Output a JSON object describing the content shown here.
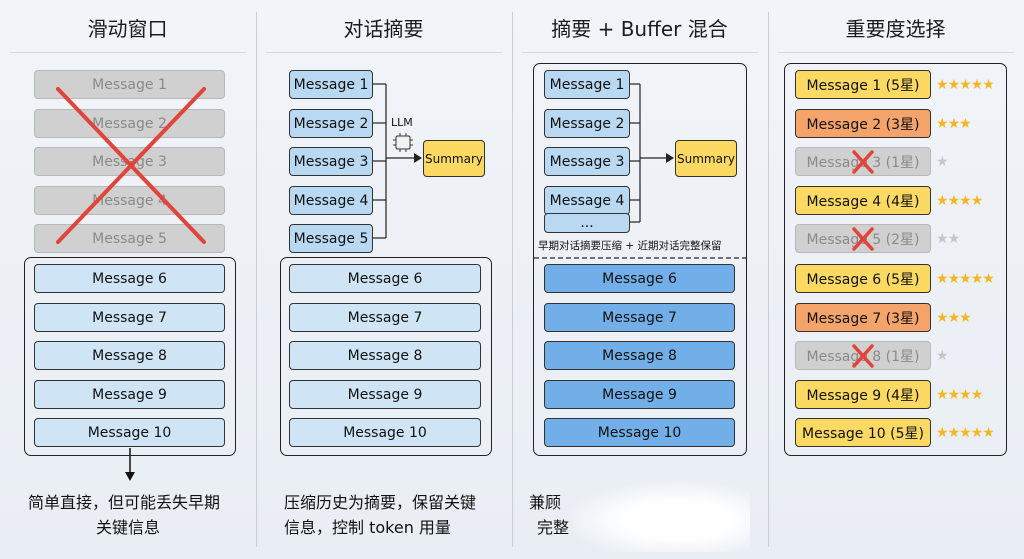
{
  "columns": {
    "sliding": {
      "title": "滑动窗口",
      "dropped": [
        "Message 1",
        "Message 2",
        "Message 3",
        "Message 4",
        "Message 5"
      ],
      "kept": [
        "Message 6",
        "Message 7",
        "Message 8",
        "Message 9",
        "Message 10"
      ],
      "note": [
        "简单直接，但可能丢失早期",
        "关键信息"
      ]
    },
    "summary": {
      "title": "对话摘要",
      "inputs": [
        "Message 1",
        "Message 2",
        "Message 3",
        "Message 4",
        "Message 5"
      ],
      "llm_label": "LLM",
      "summary_label": "Summary",
      "kept": [
        "Message 6",
        "Message 7",
        "Message 8",
        "Message 9",
        "Message 10"
      ],
      "note": [
        "压缩历史为摘要，保留关键",
        "信息，控制 token 用量"
      ]
    },
    "hybrid": {
      "title": "摘要 + Buffer 混合",
      "inputs": [
        "Message 1",
        "Message 2",
        "Message 3",
        "Message 4",
        "..."
      ],
      "summary_label": "Summary",
      "divider_label": "早期对话摘要压缩 + 近期对话完整保留",
      "kept": [
        "Message 6",
        "Message 7",
        "Message 8",
        "Message 9",
        "Message 10"
      ],
      "note": [
        "兼顾",
        "完整"
      ]
    },
    "importance": {
      "title": "重要度选择",
      "items": [
        {
          "label": "Message 1 (5星)",
          "stars": 5,
          "status": "keep-high"
        },
        {
          "label": "Message 2 (3星)",
          "stars": 3,
          "status": "keep-mid"
        },
        {
          "label": "Message 3 (1星)",
          "stars": 1,
          "status": "dropped"
        },
        {
          "label": "Message 4 (4星)",
          "stars": 4,
          "status": "keep-high"
        },
        {
          "label": "Message 5 (2星)",
          "stars": 2,
          "status": "dropped"
        },
        {
          "label": "Message 6 (5星)",
          "stars": 5,
          "status": "keep-high"
        },
        {
          "label": "Message 7 (3星)",
          "stars": 3,
          "status": "keep-mid"
        },
        {
          "label": "Message 8 (1星)",
          "stars": 1,
          "status": "dropped"
        },
        {
          "label": "Message 9 (4星)",
          "stars": 4,
          "status": "keep-high"
        },
        {
          "label": "Message 10 (5星)",
          "stars": 5,
          "status": "keep-high"
        }
      ]
    }
  },
  "colors": {
    "kept_blue": "#cfe5f5",
    "hybrid_blue": "#72afe8",
    "dropped_gray": "#d0d0d0",
    "high_yellow": "#fbd962",
    "mid_orange": "#f4a46b",
    "cross_red": "#e0443a",
    "star_gold": "#f5b622"
  }
}
